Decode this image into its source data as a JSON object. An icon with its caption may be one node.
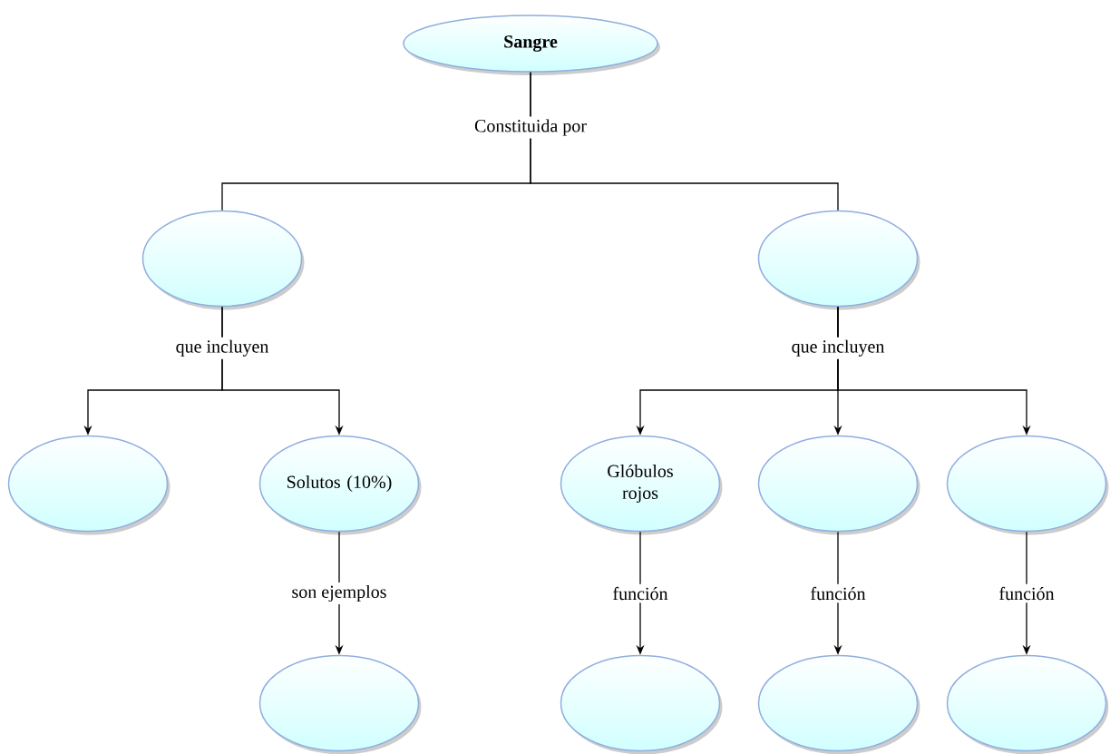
{
  "diagram": {
    "nodes": [
      {
        "text": [
          "Sangre"
        ]
      },
      {
        "text": [],
        "shape": "ellipse"
      },
      {
        "text": [],
        "shape": "ellipse"
      },
      {
        "text": [],
        "shape": "ellipse"
      },
      {
        "text": [
          "Solutos (10%)"
        ]
      },
      {
        "text": [
          "Glóbulos rojos"
        ]
      },
      {
        "text": [],
        "shape": "ellipse"
      },
      {
        "text": [],
        "shape": "ellipse"
      },
      {
        "text": [],
        "shape": "ellipse"
      },
      {
        "text": [],
        "shape": "ellipse"
      },
      {
        "text": [],
        "shape": "ellipse"
      },
      {
        "text": [],
        "shape": "ellipse"
      }
    ],
    "edges": [
      {
        "from": 0,
        "to": 1,
        "arrow": "none",
        "label": "Constituida por"
      },
      {
        "from": 0,
        "to": 2,
        "arrow": "none"
      },
      {
        "from": 1,
        "to": 3,
        "arrow": "to",
        "label": "que incluyen"
      },
      {
        "from": 1,
        "to": 4,
        "arrow": "to"
      },
      {
        "from": 2,
        "to": 5,
        "arrow": "to",
        "label": "que incluyen"
      },
      {
        "from": 2,
        "to": 6,
        "arrow": "to"
      },
      {
        "from": 2,
        "to": 7,
        "arrow": "to"
      },
      {
        "from": 4,
        "to": 8,
        "arrow": "to",
        "label": "son ejemplos"
      },
      {
        "from": 5,
        "to": 9,
        "arrow": "to",
        "label": "función"
      },
      {
        "from": 6,
        "to": 10,
        "arrow": "to",
        "label": "función"
      },
      {
        "from": 7,
        "to": 11,
        "arrow": "to",
        "label": "función"
      }
    ]
  }
}
